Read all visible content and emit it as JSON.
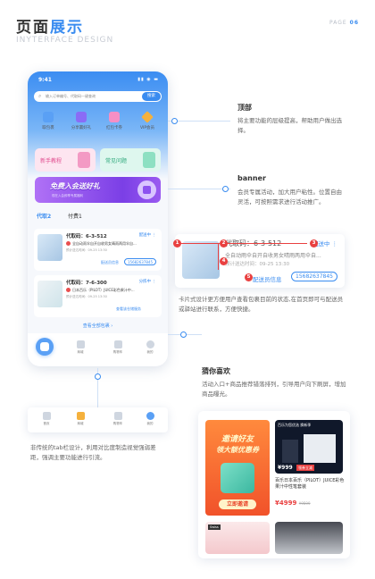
{
  "header": {
    "title_a": "页面",
    "title_b": "展示",
    "subtitle": "INYTERFACE DESIGN",
    "page_label": "PAGE",
    "page_num": "06"
  },
  "phone": {
    "time": "9:41",
    "signal": "▮▮ ◉ ▬",
    "search_placeholder": "输入订单编号、代取码一键查询",
    "search_button": "搜索",
    "icons": [
      {
        "label": "取包裹",
        "color": "#5aa0f5"
      },
      {
        "label": "分享赢好礼",
        "color": "#8a6cf6"
      },
      {
        "label": "红包卡券",
        "color": "#f68fc5"
      },
      {
        "label": "VIP会员",
        "color": "#f5b13d"
      }
    ],
    "tiles": [
      {
        "label": "新手教程",
        "bg": "#fde5f0",
        "fg": "#e14d8f",
        "img": "#f39ac4"
      },
      {
        "label": "常见问题",
        "bg": "#def7ee",
        "fg": "#2fa97c",
        "img": "#8de0c2"
      }
    ],
    "banner_title": "免费入会送好礼",
    "banner_sub": "现在入会即享专属福利",
    "tabs": {
      "active": "代取2",
      "other": "付费1"
    },
    "cards": [
      {
        "code": "代取码：6-3-512",
        "status": "配送中 ⋮",
        "desc": "全自动雨伞自开自收男女晴雨两用伞自...",
        "time": "预计送达时间：09-25 13:30",
        "link": "配送员信息",
        "phone": "15682637845",
        "thumb": "linear-gradient(135deg,#d9e9f7,#a7c6e4)"
      },
      {
        "code": "代取码：7-6-300",
        "status": "分拣中 ⋮",
        "desc": "日本百乐（PILOT）JUICE彩色果汁中...",
        "time": "预计送达时间：09-25 13:30",
        "link": "查看该仓储服务",
        "phone": "",
        "thumb": "linear-gradient(135deg,#eef3f6,#cfe4ea)"
      }
    ],
    "more": "查看全部包裹  ›",
    "tabbar": [
      "首页",
      "商城",
      "购物车",
      "我的"
    ]
  },
  "annotations": {
    "top": {
      "title": "顶部",
      "text": "将主要功能的层级提高，帮助用户做出选择。"
    },
    "banner": {
      "title": "banner",
      "text": "会员专属活动，加大用户粘性。位置自由灵活，可按照需求进行活动推广。"
    },
    "card": {
      "text": "卡片式设计更方便用户查看包裹目前的状态,在首页即可与配送员或驿站进行联系，方便快捷。"
    },
    "guess": {
      "title": "猜你喜欢",
      "text": "活动入口+商品推荐错落排列，引导用户向下刷屏，增加商品曝光。"
    },
    "tabbar": {
      "text": "非传统的tab栏设计，利用对比度制造视觉强弱差距，强调主要功能进行引流。"
    }
  },
  "zoom_card": {
    "code": "代取码：6-3-512",
    "status": "配送中 ⋮",
    "desc": "全自动雨伞自开自收男女晴雨两用伞自...",
    "time": "预计送达时间：09-25 13:30",
    "link": "配送员信息",
    "phone": "15682637845",
    "badges": [
      "1",
      "2",
      "3",
      "4",
      "5"
    ]
  },
  "feed": {
    "promo_line1": "邀请好友",
    "promo_line2": "领大额优惠券",
    "promo_cta": "立即邀请",
    "right_banner": "百乐为您优选 换新季",
    "right_price": "¥999",
    "right_tag": "领券立减",
    "product_title": "百乐日本百乐（PILOT）JUICE彩色果汁中性笔套装",
    "product_price": "¥4999",
    "product_old": "¥9599",
    "tile_tag": "Swiss"
  },
  "colors": {
    "accent": "#3a8cf0",
    "alert": "#e94040"
  }
}
